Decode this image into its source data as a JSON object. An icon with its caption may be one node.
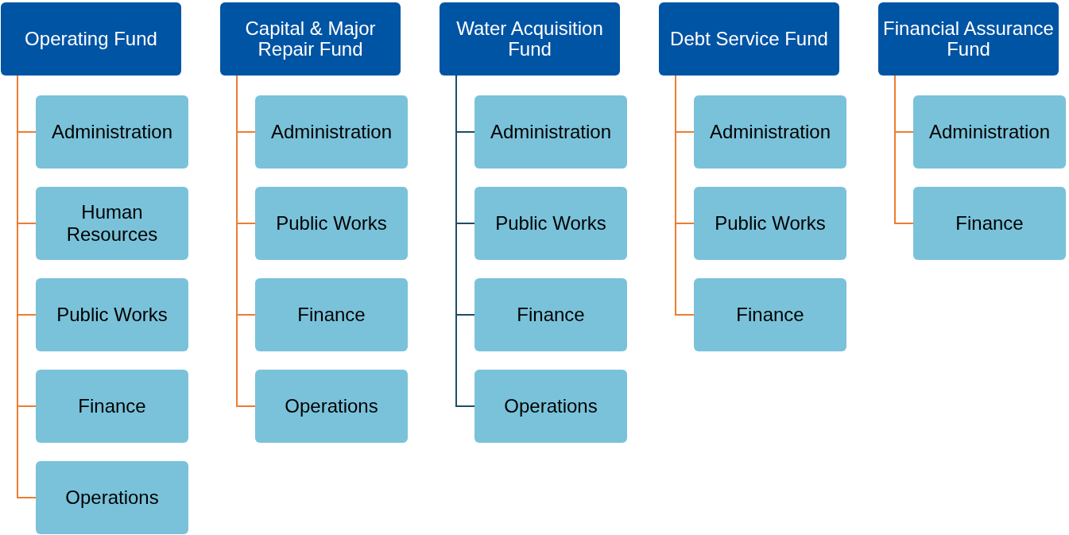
{
  "diagram": {
    "nodes": [
      {
        "text": [
          "Operating Fund"
        ]
      },
      {
        "text": [
          "Administration"
        ]
      },
      {
        "text": [
          "Human Resources"
        ]
      },
      {
        "text": [
          "Public Works"
        ]
      },
      {
        "text": [
          "Finance"
        ]
      },
      {
        "text": [
          "Operations"
        ]
      },
      {
        "text": [
          "Capital & Major Repair Fund"
        ]
      },
      {
        "text": [
          "Administration"
        ]
      },
      {
        "text": [
          "Public Works"
        ]
      },
      {
        "text": [
          "Finance"
        ]
      },
      {
        "text": [
          "Operations"
        ]
      },
      {
        "text": [
          "Water Acquisition Fund"
        ]
      },
      {
        "text": [
          "Administration"
        ]
      },
      {
        "text": [
          "Public Works"
        ]
      },
      {
        "text": [
          "Finance"
        ]
      },
      {
        "text": [
          "Operations"
        ]
      },
      {
        "text": [
          "Debt Service Fund"
        ]
      },
      {
        "text": [
          "Administration"
        ]
      },
      {
        "text": [
          "Public Works"
        ]
      },
      {
        "text": [
          "Finance"
        ]
      },
      {
        "text": [
          "Financial Assurance Fund"
        ]
      },
      {
        "text": [
          "Administration"
        ]
      },
      {
        "text": [
          "Finance"
        ]
      }
    ],
    "edges": [
      {
        "from": 0,
        "to": 1,
        "arrow": "none"
      },
      {
        "from": 0,
        "to": 2,
        "arrow": "none"
      },
      {
        "from": 0,
        "to": 3,
        "arrow": "none"
      },
      {
        "from": 0,
        "to": 4,
        "arrow": "none"
      },
      {
        "from": 0,
        "to": 5,
        "arrow": "none"
      },
      {
        "from": 6,
        "to": 7,
        "arrow": "none"
      },
      {
        "from": 6,
        "to": 8,
        "arrow": "none"
      },
      {
        "from": 6,
        "to": 9,
        "arrow": "none"
      },
      {
        "from": 6,
        "to": 10,
        "arrow": "none"
      },
      {
        "from": 11,
        "to": 12,
        "arrow": "none",
        "color": "#1d4e63"
      },
      {
        "from": 11,
        "to": 13,
        "arrow": "none",
        "color": "#1d4e63"
      },
      {
        "from": 11,
        "to": 14,
        "arrow": "none",
        "color": "#1d4e63"
      },
      {
        "from": 11,
        "to": 15,
        "arrow": "none",
        "color": "#1d4e63"
      },
      {
        "from": 16,
        "to": 17,
        "arrow": "none"
      },
      {
        "from": 16,
        "to": 18,
        "arrow": "none"
      },
      {
        "from": 16,
        "to": 19,
        "arrow": "none"
      },
      {
        "from": 20,
        "to": 21,
        "arrow": "none"
      },
      {
        "from": 20,
        "to": 22,
        "arrow": "none"
      }
    ]
  }
}
